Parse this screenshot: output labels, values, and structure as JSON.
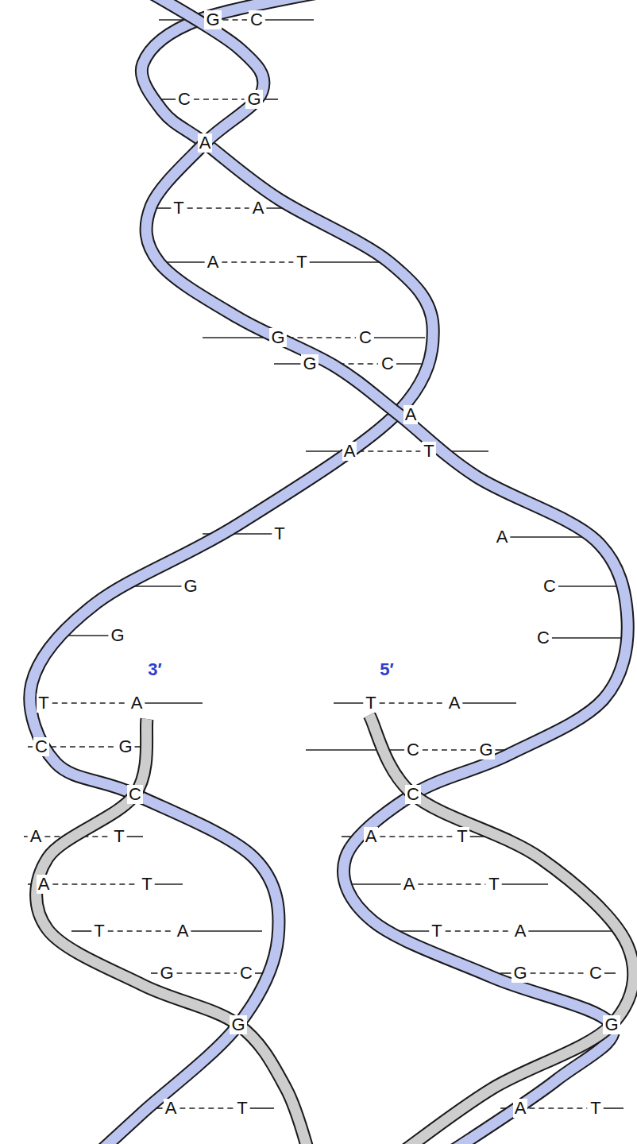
{
  "diagram": {
    "labels": [
      "G",
      "C",
      "C",
      "G",
      "A",
      "T",
      "A",
      "A",
      "T",
      "G",
      "C",
      "G",
      "C",
      "A",
      "A",
      "T",
      "T",
      "A",
      "G",
      "C",
      "G",
      "C",
      "3′",
      "5′",
      "T",
      "A",
      "T",
      "A",
      "C",
      "G",
      "C",
      "G",
      "C",
      "C",
      "A",
      "T",
      "A",
      "T",
      "A",
      "T",
      "A",
      "T",
      "T",
      "A",
      "T",
      "A",
      "G",
      "C",
      "G",
      "C",
      "G",
      "G",
      "A",
      "T",
      "A",
      "T"
    ]
  }
}
